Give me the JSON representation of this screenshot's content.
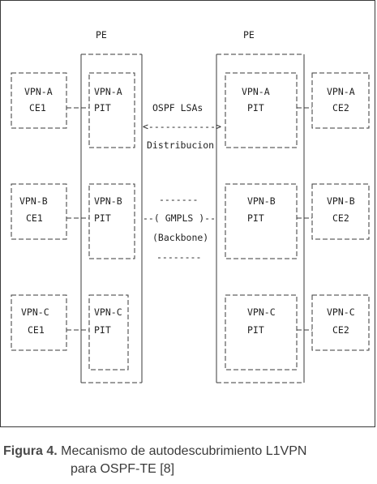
{
  "pe_labels": [
    "PE",
    "PE"
  ],
  "left_ce": [
    {
      "vpn": "VPN-A",
      "ce": "CE1"
    },
    {
      "vpn": "VPN-B",
      "ce": "CE1"
    },
    {
      "vpn": "VPN-C",
      "ce": "CE1"
    }
  ],
  "left_pit": [
    {
      "vpn": "VPN-A",
      "pit": "PIT"
    },
    {
      "vpn": "VPN-B",
      "pit": "PIT"
    },
    {
      "vpn": "VPN-C",
      "pit": "PIT"
    }
  ],
  "right_pit": [
    {
      "vpn": "VPN-A",
      "pit": "PIT"
    },
    {
      "vpn": "VPN-B",
      "pit": "PIT"
    },
    {
      "vpn": "VPN-C",
      "pit": "PIT"
    }
  ],
  "right_ce": [
    {
      "vpn": "VPN-A",
      "ce": "CE2"
    },
    {
      "vpn": "VPN-B",
      "ce": "CE2"
    },
    {
      "vpn": "VPN-C",
      "ce": "CE2"
    }
  ],
  "middle": {
    "ospf": "OSPF LSAs",
    "arrow": "<------------>",
    "distribution": "Distribucion",
    "dash_top": "-------",
    "gmpls": "--( GMPLS )--",
    "backbone": "(Backbone)",
    "dash_bottom": "--------"
  },
  "caption": {
    "label": "Figura 4.",
    "line1": "Mecanismo de autodescubrimiento L1VPN",
    "line2": "para OSPF-TE [8]"
  }
}
